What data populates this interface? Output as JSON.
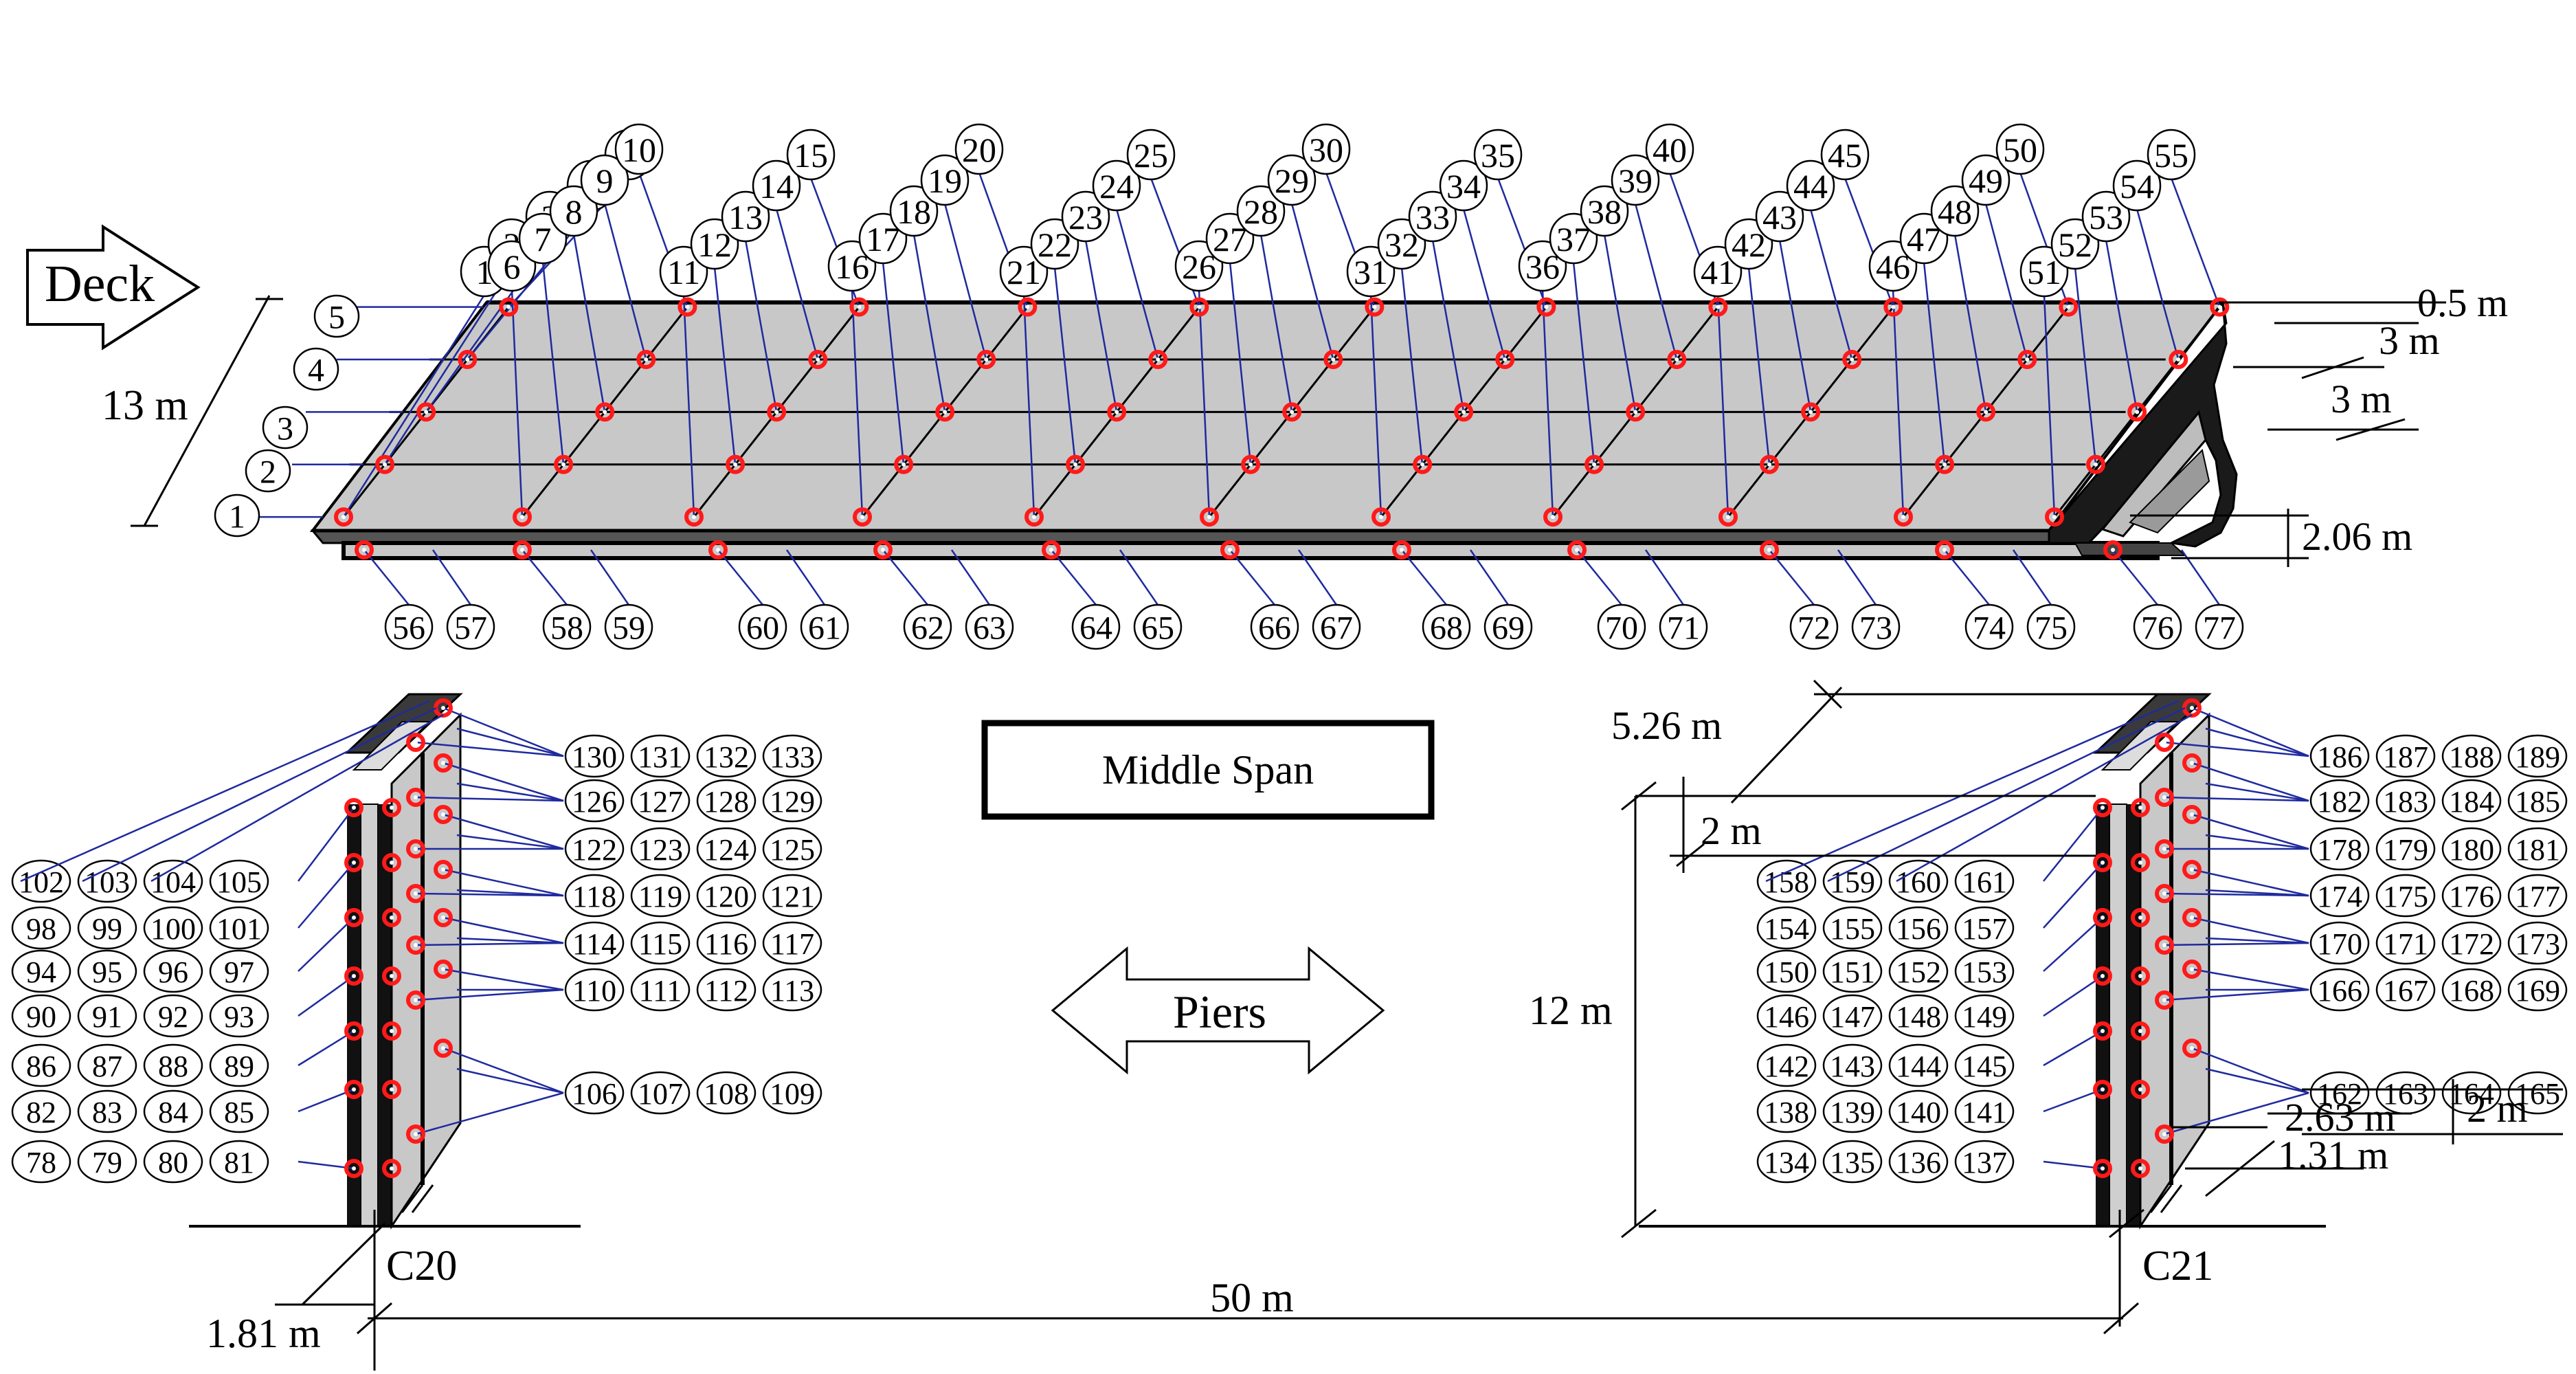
{
  "deck": {
    "label": "Deck",
    "points": {
      "row1": [
        "1",
        "6",
        "11",
        "16",
        "21",
        "26",
        "31",
        "36",
        "41",
        "46",
        "51"
      ],
      "row2": [
        "2",
        "7",
        "12",
        "17",
        "22",
        "27",
        "32",
        "37",
        "42",
        "47",
        "52"
      ],
      "row3": [
        "3",
        "8",
        "13",
        "18",
        "23",
        "28",
        "33",
        "38",
        "43",
        "48",
        "53"
      ],
      "row4": [
        "4",
        "9",
        "14",
        "19",
        "24",
        "29",
        "34",
        "39",
        "44",
        "49",
        "54"
      ],
      "row5": [
        "5",
        "10",
        "15",
        "20",
        "25",
        "30",
        "35",
        "40",
        "45",
        "50",
        "55"
      ],
      "bottom": [
        "56",
        "57",
        "58",
        "59",
        "60",
        "61",
        "62",
        "63",
        "64",
        "65",
        "66",
        "67",
        "68",
        "69",
        "70",
        "71",
        "72",
        "73",
        "74",
        "75",
        "76",
        "77"
      ]
    },
    "dimensions": {
      "width": "13 m",
      "top_flange": "0.5 m",
      "spacing_1": "3 m",
      "spacing_2": "3 m",
      "depth": "2.06 m"
    }
  },
  "middle_span_label": "Middle Span",
  "piers_label": "Piers",
  "pier_c20": {
    "label": "C20",
    "left_rows": [
      [
        "102",
        "103",
        "104",
        "105"
      ],
      [
        "98",
        "99",
        "100",
        "101"
      ],
      [
        "94",
        "95",
        "96",
        "97"
      ],
      [
        "90",
        "91",
        "92",
        "93"
      ],
      [
        "86",
        "87",
        "88",
        "89"
      ],
      [
        "82",
        "83",
        "84",
        "85"
      ],
      [
        "78",
        "79",
        "80",
        "81"
      ]
    ],
    "right_rows": [
      [
        "130",
        "131",
        "132",
        "133"
      ],
      [
        "126",
        "127",
        "128",
        "129"
      ],
      [
        "122",
        "123",
        "124",
        "125"
      ],
      [
        "118",
        "119",
        "120",
        "121"
      ],
      [
        "114",
        "115",
        "116",
        "117"
      ],
      [
        "110",
        "111",
        "112",
        "113"
      ],
      [
        "106",
        "107",
        "108",
        "109"
      ]
    ],
    "dimension": "1.81 m"
  },
  "pier_c21": {
    "label": "C21",
    "left_rows": [
      [
        "158",
        "159",
        "160",
        "161"
      ],
      [
        "154",
        "155",
        "156",
        "157"
      ],
      [
        "150",
        "151",
        "152",
        "153"
      ],
      [
        "146",
        "147",
        "148",
        "149"
      ],
      [
        "142",
        "143",
        "144",
        "145"
      ],
      [
        "138",
        "139",
        "140",
        "141"
      ],
      [
        "134",
        "135",
        "136",
        "137"
      ]
    ],
    "right_rows": [
      [
        "186",
        "187",
        "188",
        "189"
      ],
      [
        "182",
        "183",
        "184",
        "185"
      ],
      [
        "178",
        "179",
        "180",
        "181"
      ],
      [
        "174",
        "175",
        "176",
        "177"
      ],
      [
        "170",
        "171",
        "172",
        "173"
      ],
      [
        "166",
        "167",
        "168",
        "169"
      ],
      [
        "162",
        "163",
        "164",
        "165"
      ]
    ],
    "dimensions": {
      "top_width": "5.26 m",
      "cap": "2 m",
      "height": "12 m",
      "d1": "2.63 m",
      "d2": "2 m",
      "d3": "1.31 m"
    }
  },
  "span_length": "50 m",
  "colors": {
    "line": "#000000",
    "leader": "#1f2a9e",
    "point": "#ff1a1a",
    "deck_fill": "#c8c8c8",
    "deck_dark": "#1a1a1a"
  }
}
